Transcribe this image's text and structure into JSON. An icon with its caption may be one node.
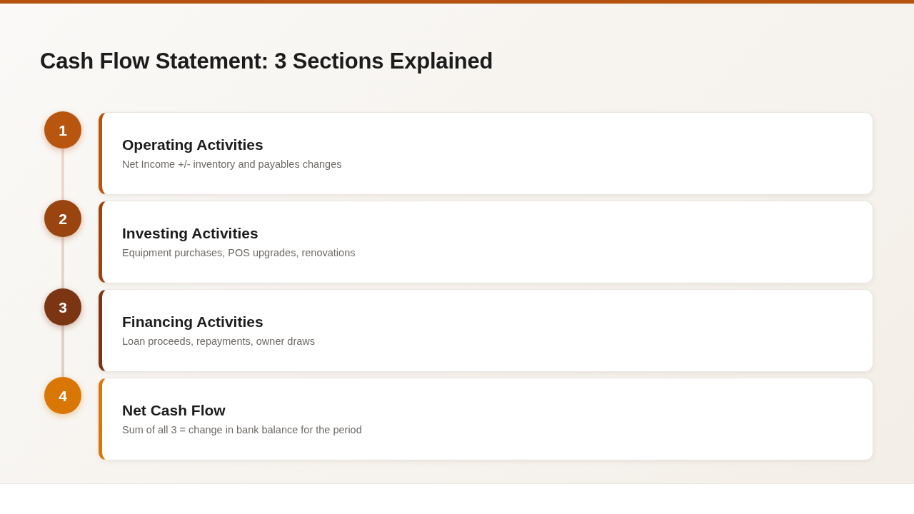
{
  "diagram": {
    "title": "Cash Flow Statement: 3 Sections Explained",
    "nodes": [
      {
        "text": [
          "1"
        ]
      },
      {
        "text": [
          "Operating Activities",
          "Net Income +/- inventory and payables changes"
        ]
      },
      {
        "text": [
          "2"
        ]
      },
      {
        "text": [
          "Investing Activities",
          "Equipment purchases, POS upgrades, renovations"
        ]
      },
      {
        "text": [
          "3"
        ]
      },
      {
        "text": [
          "Financing Activities",
          "Loan proceeds, repayments, owner draws"
        ]
      },
      {
        "text": [
          "4"
        ]
      },
      {
        "text": [
          "Net Cash Flow",
          "Sum of all 3 = change in bank balance for the period"
        ]
      }
    ],
    "edges": [
      {
        "from": 0,
        "to": 2,
        "arrow": "none"
      },
      {
        "from": 2,
        "to": 4,
        "arrow": "none"
      },
      {
        "from": 4,
        "to": 6,
        "arrow": "none"
      }
    ]
  }
}
